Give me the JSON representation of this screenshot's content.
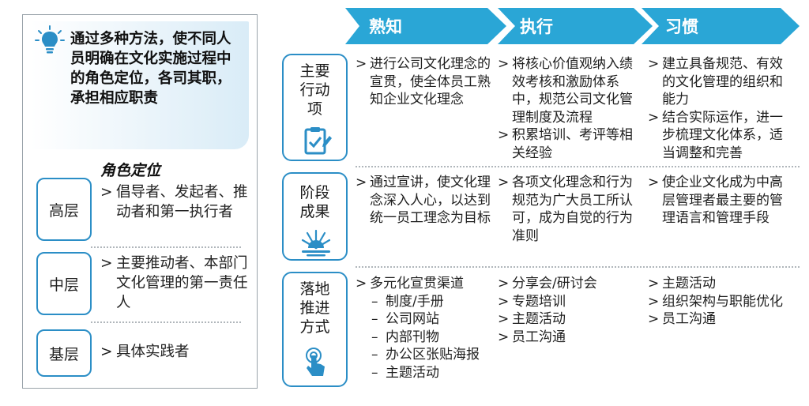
{
  "intro": {
    "icon": "lightbulb-icon",
    "text": "通过多种方法，使不同人员明确在文化实施过程中的角色定位，各司其职，承担相应职责"
  },
  "roles": {
    "title": "角色定位",
    "items": [
      {
        "label": "高层",
        "desc": "倡导者、发起者、推动者和第一执行者"
      },
      {
        "label": "中层",
        "desc": "主要推动者、本部门文化管理的第一责任人"
      },
      {
        "label": "基层",
        "desc": "具体实践者"
      }
    ]
  },
  "stages": [
    "熟知",
    "执行",
    "习惯"
  ],
  "rows": [
    {
      "label_lines": [
        "主要",
        "行动",
        "项"
      ],
      "icon": "clipboard-check-icon",
      "cells": [
        {
          "items": [
            {
              "text": "进行公司文化理念的宣贯，使全体员工熟知企业文化理念"
            }
          ]
        },
        {
          "items": [
            {
              "text": "将核心价值观纳入绩效考核和激励体系中，规范公司文化管理制度及流程"
            },
            {
              "text": "积累培训、考评等相关经验"
            }
          ]
        },
        {
          "items": [
            {
              "text": "建立具备规范、有效的文化管理的组织和能力"
            },
            {
              "text": "结合实际运作，进一步梳理文化体系，适当调整和完善"
            }
          ]
        }
      ]
    },
    {
      "label_lines": [
        "阶段",
        "成果"
      ],
      "icon": "sunrise-icon",
      "cells": [
        {
          "items": [
            {
              "text": "通过宣讲，使文化理念深入人心，以达到统一员工理念为目标"
            }
          ]
        },
        {
          "items": [
            {
              "text": "各项文化理念和行为规范为广大员工所认可，成为自觉的行为准则"
            }
          ]
        },
        {
          "items": [
            {
              "text": "使企业文化成为中高层管理者最主要的管理语言和管理手段"
            }
          ]
        }
      ]
    },
    {
      "label_lines": [
        "落地",
        "推进",
        "方式"
      ],
      "icon": "touch-hand-icon",
      "cells": [
        {
          "items": [
            {
              "text": "多元化宣贯渠道",
              "subs": [
                "制度/手册",
                "公司网站",
                "内部刊物",
                "办公区张贴海报",
                "主题活动"
              ]
            }
          ]
        },
        {
          "items": [
            {
              "text": "分享会/研讨会"
            },
            {
              "text": "专题培训"
            },
            {
              "text": "主题活动"
            },
            {
              "text": "员工沟通"
            }
          ]
        },
        {
          "items": [
            {
              "text": "主题活动"
            },
            {
              "text": "组织架构与职能优化"
            },
            {
              "text": "员工沟通"
            }
          ]
        }
      ]
    }
  ],
  "glyphs": {
    "caret": ">",
    "dash": "–"
  },
  "colors": {
    "accent": "#2aa6d6",
    "border": "#2b8ec6"
  }
}
